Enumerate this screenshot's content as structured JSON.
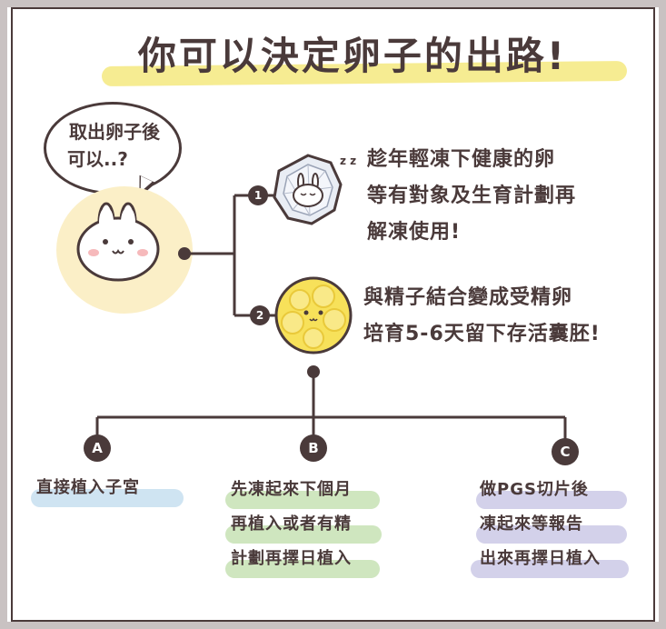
{
  "title": "你可以決定卵子的出路!",
  "speech_bubble": {
    "line1": "取出卵子後",
    "line2": "可以..?"
  },
  "branches": [
    {
      "number": "1",
      "lines": [
        "趁年輕凍下健康的卵",
        "等有對象及生育計劃再",
        "解凍使用!"
      ]
    },
    {
      "number": "2",
      "lines": [
        "與精子結合變成受精卵",
        "培育5-6天留下存活囊胚!"
      ]
    }
  ],
  "sleep_mark": "z z",
  "options": [
    {
      "letter": "A",
      "lines": [
        "直接植入子宮"
      ],
      "highlight_color": "#cfe4f2"
    },
    {
      "letter": "B",
      "lines": [
        "先凍起來下個月",
        "再植入或者有精",
        "計劃再擇日植入"
      ],
      "highlight_color": "#cfe6bf"
    },
    {
      "letter": "C",
      "lines": [
        "做PGS切片後",
        "凍起來等報告",
        "出來再擇日植入"
      ],
      "highlight_color": "#d3d1ea"
    }
  ],
  "colors": {
    "ink": "#4a3a3a",
    "title_highlight": "#f6ec92",
    "bunny_glow": "#fbefc7",
    "embryo_yellow": "#f7e15a",
    "frame": "#c9c2c2"
  },
  "icons": [
    "bunny-icon",
    "frozen-egg-icon",
    "embryo-icon"
  ]
}
